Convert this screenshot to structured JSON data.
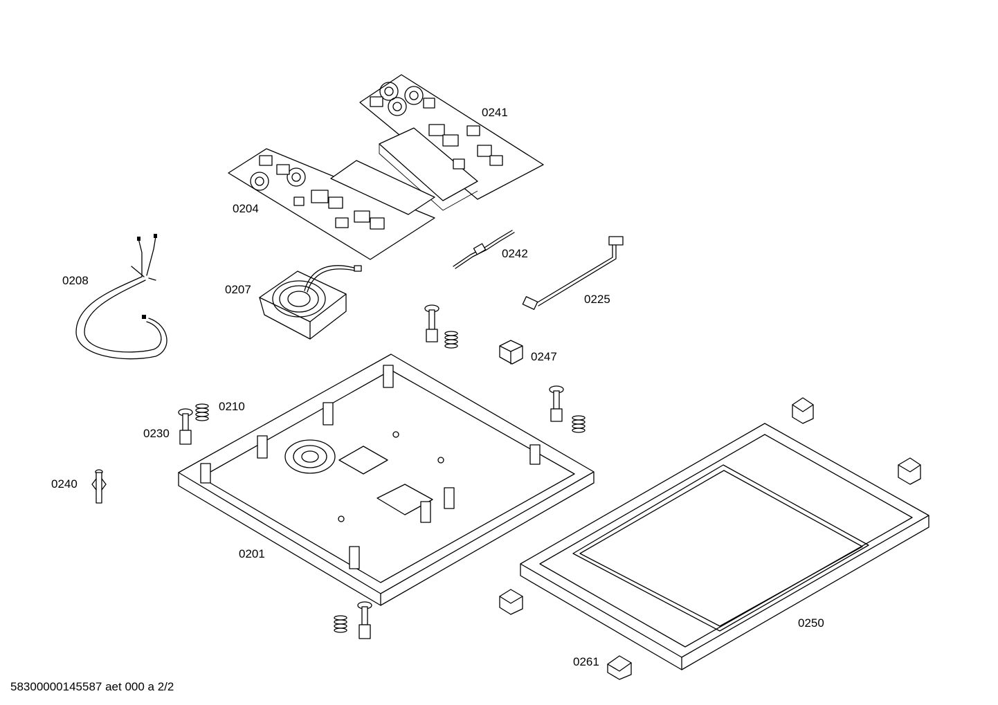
{
  "labels": {
    "p0241": "0241",
    "p0204": "0204",
    "p0242": "0242",
    "p0225": "0225",
    "p0208": "0208",
    "p0207": "0207",
    "p0247": "0247",
    "p0210": "0210",
    "p0230": "0230",
    "p0240": "0240",
    "p0201": "0201",
    "p0250": "0250",
    "p0261": "0261"
  },
  "footer": "58300000145587 aet 000 a 2/2"
}
